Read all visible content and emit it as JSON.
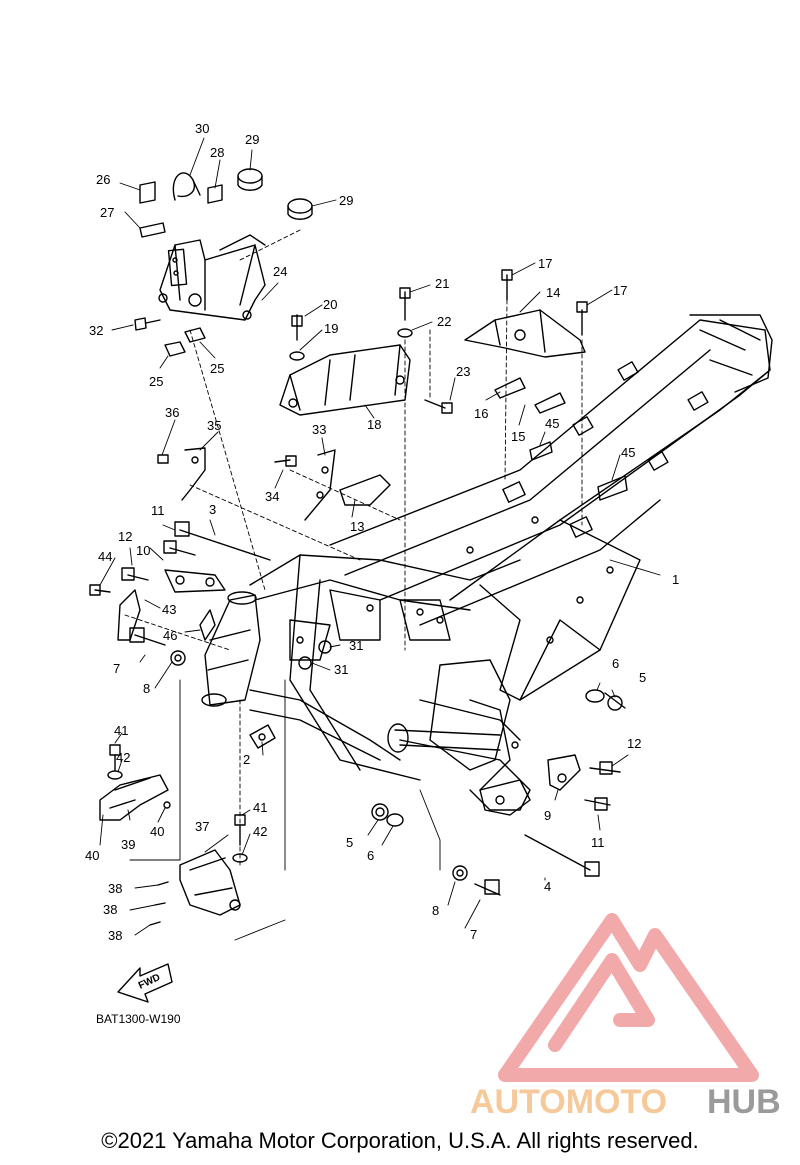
{
  "diagram": {
    "code": "BAT1300-W190",
    "fwd": "FWD",
    "callouts": [
      "1",
      "2",
      "3",
      "4",
      "5",
      "5",
      "6",
      "6",
      "7",
      "7",
      "8",
      "8",
      "9",
      "10",
      "11",
      "11",
      "12",
      "12",
      "13",
      "14",
      "15",
      "16",
      "17",
      "17",
      "18",
      "19",
      "20",
      "21",
      "22",
      "23",
      "24",
      "25",
      "25",
      "26",
      "27",
      "28",
      "29",
      "29",
      "30",
      "31",
      "31",
      "32",
      "33",
      "34",
      "35",
      "36",
      "37",
      "38",
      "38",
      "38",
      "39",
      "40",
      "40",
      "41",
      "41",
      "42",
      "42",
      "43",
      "44",
      "45",
      "45",
      "46"
    ]
  },
  "watermark": {
    "brand_left": "AUTOMOTO",
    "brand_right": "HUB",
    "logo_color": "#f0a0a0",
    "left_color": "#f6c99a",
    "right_color": "#9a9a9a"
  },
  "footer": {
    "copyright": "©2021 Yamaha Motor Corporation, U.S.A. All rights reserved."
  }
}
